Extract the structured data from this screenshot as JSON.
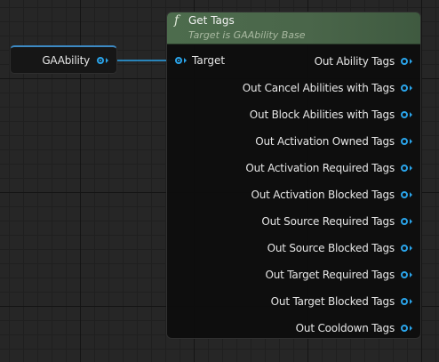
{
  "variable_node": {
    "label": "GAAbility"
  },
  "function_node": {
    "icon": "function-icon",
    "icon_glyph": "f",
    "title": "Get Tags",
    "subtitle": "Target is GAAbility Base",
    "header_color": "#4d6c4d",
    "input_pin": "Target",
    "output_pins": [
      "Out Ability Tags",
      "Out Cancel Abilities with Tags",
      "Out Block Abilities with Tags",
      "Out Activation Owned Tags",
      "Out Activation Required Tags",
      "Out Activation Blocked Tags",
      "Out Source Required Tags",
      "Out Source Blocked Tags",
      "Out Target Required Tags",
      "Out Target Blocked Tags",
      "Out Cooldown Tags"
    ]
  },
  "colors": {
    "pin": "#2aa4ea",
    "wire": "#2aa4ea",
    "canvas": "#262626"
  }
}
